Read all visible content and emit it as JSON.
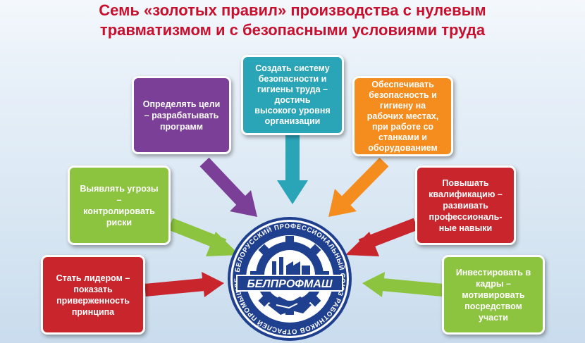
{
  "title": {
    "line1": "Семь «золотых правил» производства с нулевым",
    "line2": "травматизмом и с безопасными условиями труда"
  },
  "boxes": {
    "goals": "Определять цели\n– разрабатывать\nпрограмм",
    "system": "Создать систему\nбезопасности и\nгигиены труда –\nдостичь\nвысокого уровня\nорганизации",
    "safety": "Обеспечивать\nбезопасность и\nгигиену на\nрабочих местах,\nпри работе со\nстанками и\nоборудованием",
    "threats": "Выявлять угрозы\n–\nконтролировать\nриски",
    "skills": "Повышать\nквалификацию –\nразвивать\nпрофессиональ-\nные навыки",
    "leader": "Стать лидером –\nпоказать\nприверженность\nпринципа",
    "invest": "Инвестировать в\nкадры –\nмотивировать\nпосредством\nучасти"
  },
  "emblem": {
    "ring_text": "БЕЛОРУССКИЙ ПРОФЕССИОНАЛЬНЫЙ СОЮЗ РАБОТНИКОВ ОТРАСЛЕЙ ПРОМЫШЛЕННОСТИ",
    "banner": "БЕЛПРОФМАШ"
  },
  "colors": {
    "title": "#c8102e",
    "purple": "#7c3f98",
    "teal": "#2aa5b8",
    "orange": "#f48c1e",
    "green": "#8cc43f",
    "red": "#c9252c",
    "emblem_blue": "#1f3f8f"
  }
}
